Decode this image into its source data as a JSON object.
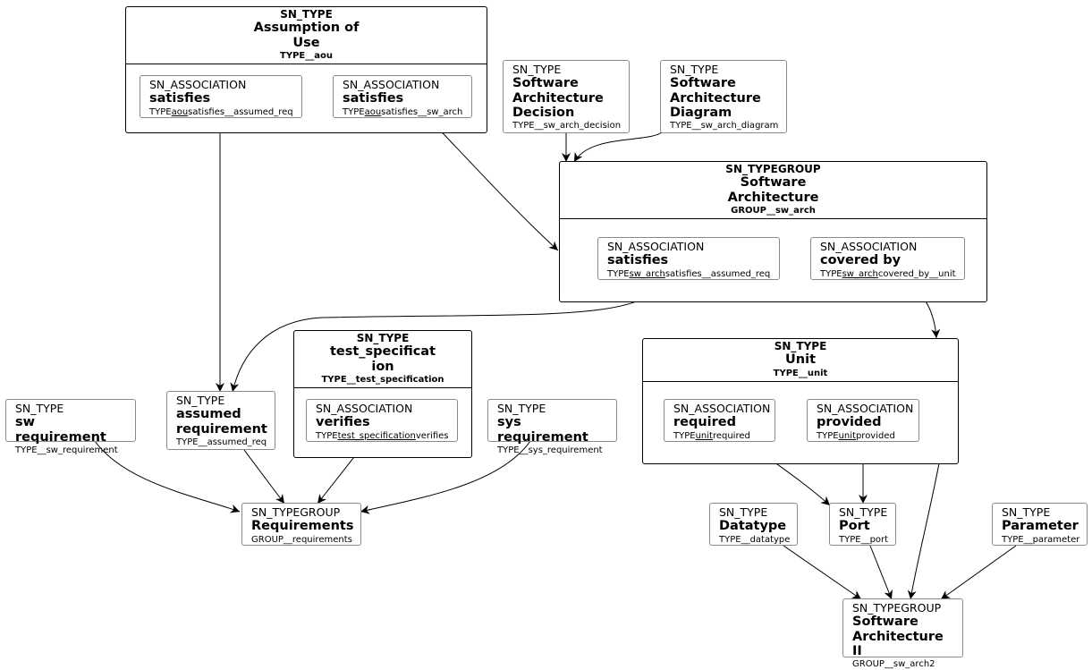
{
  "containers": {
    "aou": {
      "kind": "SN_TYPE",
      "name1": "Assumption of",
      "name2": "Use",
      "id": "TYPE__aou"
    },
    "sw_arch": {
      "kind": "SN_TYPEGROUP",
      "name1": "Software",
      "name2": "Architecture",
      "id": "GROUP__sw_arch"
    },
    "test_spec": {
      "kind": "SN_TYPE",
      "name1": "test_specificat",
      "name2": "ion",
      "id": "TYPE__test_specification"
    },
    "unit": {
      "kind": "SN_TYPE",
      "name1": "Unit",
      "id": "TYPE__unit"
    }
  },
  "nodes": {
    "aou_sat_assumed": {
      "kind": "SN_ASSOCIATION",
      "name": "satisfies",
      "id_pre": "TYPE",
      "id_u": "aou",
      "id_post": "satisfies__assumed_req"
    },
    "aou_sat_arch": {
      "kind": "SN_ASSOCIATION",
      "name": "satisfies",
      "id_pre": "TYPE",
      "id_u": "aou",
      "id_post": "satisfies__sw_arch"
    },
    "arch_decision": {
      "kind": "SN_TYPE",
      "name1": "Software",
      "name2": "Architecture",
      "name3": "Decision",
      "id": "TYPE__sw_arch_decision"
    },
    "arch_diagram": {
      "kind": "SN_TYPE",
      "name1": "Software",
      "name2": "Architecture",
      "name3": "Diagram",
      "id": "TYPE__sw_arch_diagram"
    },
    "arch_sat": {
      "kind": "SN_ASSOCIATION",
      "name": "satisfies",
      "id_pre": "TYPE",
      "id_u": "sw_arch",
      "id_post": "satisfies__assumed_req"
    },
    "arch_cov": {
      "kind": "SN_ASSOCIATION",
      "name": "covered by",
      "id_pre": "TYPE",
      "id_u": "sw_arch",
      "id_post": "covered_by__unit"
    },
    "sw_req": {
      "kind": "SN_TYPE",
      "name": "sw requirement",
      "id": "TYPE__sw_requirement"
    },
    "assumed_req": {
      "kind": "SN_TYPE",
      "name1": "assumed",
      "name2": "requirement",
      "id": "TYPE__assumed_req"
    },
    "test_verifies": {
      "kind": "SN_ASSOCIATION",
      "name": "verifies",
      "id_pre": "TYPE",
      "id_u": "test_specification",
      "id_post": "verifies"
    },
    "sys_req": {
      "kind": "SN_TYPE",
      "name": "sys requirement",
      "id": "TYPE__sys_requirement"
    },
    "requirements": {
      "kind": "SN_TYPEGROUP",
      "name": "Requirements",
      "id": "GROUP__requirements"
    },
    "unit_required": {
      "kind": "SN_ASSOCIATION",
      "name": "required",
      "id_pre": "TYPE",
      "id_u": "unit",
      "id_post": "required"
    },
    "unit_provided": {
      "kind": "SN_ASSOCIATION",
      "name": "provided",
      "id_pre": "TYPE",
      "id_u": "unit",
      "id_post": "provided"
    },
    "datatype": {
      "kind": "SN_TYPE",
      "name": "Datatype",
      "id": "TYPE__datatype"
    },
    "port": {
      "kind": "SN_TYPE",
      "name": "Port",
      "id": "TYPE__port"
    },
    "parameter": {
      "kind": "SN_TYPE",
      "name": "Parameter",
      "id": "TYPE__parameter"
    },
    "arch2": {
      "kind": "SN_TYPEGROUP",
      "name1": "Software",
      "name2": "Architecture II",
      "id": "GROUP__sw_arch2"
    }
  },
  "colors": {
    "line": "#000000",
    "node_border": "#8a8a8a",
    "container_border": "#000000"
  }
}
